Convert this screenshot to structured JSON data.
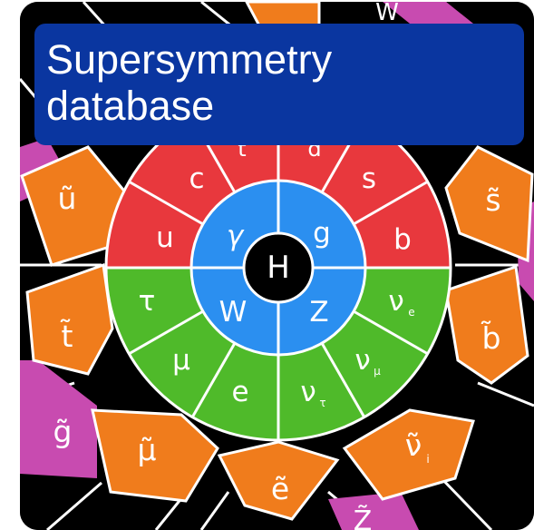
{
  "title": {
    "line1": "Supersymmetry",
    "line2": "database"
  },
  "colors": {
    "card_background": "#000000",
    "title_background": "#0a36a0",
    "title_text": "#ffffff",
    "quarks": "#e8383d",
    "bosons": "#2b8ff0",
    "leptons": "#4fba2a",
    "higgs": "#000000",
    "squarks": "#f07c1c",
    "gauginos": "#c84bb0",
    "dividers": "#ffffff"
  },
  "diagram": {
    "center": "H",
    "quarks": [
      "u",
      "c",
      "t",
      "d",
      "s",
      "b"
    ],
    "bosons": [
      "γ",
      "g",
      "Z",
      "W"
    ],
    "leptons": [
      "ν",
      "ν",
      "ν",
      "e",
      "μ",
      "τ"
    ],
    "lepton_subscripts": [
      "e",
      "μ",
      "τ"
    ],
    "superpartners": [
      "ũ",
      "t̃",
      "g̃",
      "μ̃",
      "ẽ",
      "ν̃",
      "b̃",
      "s̃"
    ],
    "superpartner_subscript": "i",
    "partial_labels": [
      "W",
      "Z̃"
    ]
  }
}
